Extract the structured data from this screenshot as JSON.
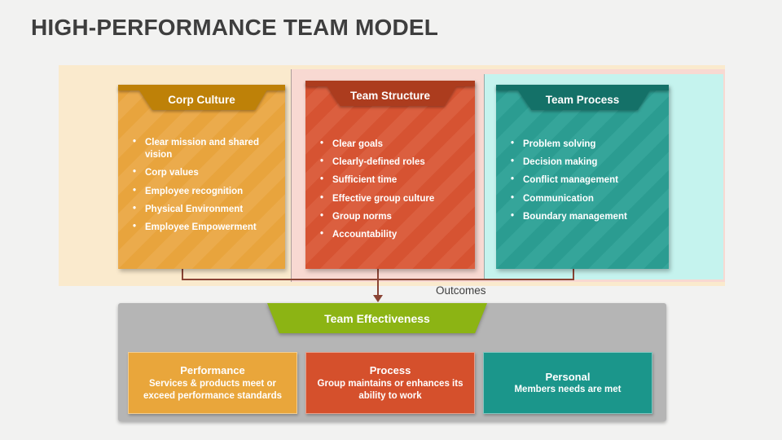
{
  "title": "HIGH-PERFORMANCE TEAM MODEL",
  "outcomes_label": "Outcomes",
  "cards": [
    {
      "title": "Corp Culture",
      "items": [
        "Clear mission and shared vision",
        "Corp values",
        "Employee recognition",
        "Physical Environment",
        "Employee Empowerment"
      ],
      "colors": {
        "body": "#E8A43D",
        "stripe": "#EBAB4C",
        "header": "#BE8108",
        "band": "#FAEACD"
      }
    },
    {
      "title": "Team Structure",
      "items": [
        "Clear goals",
        "Clearly-defined roles",
        "Sufficient time",
        "Effective group culture",
        "Group norms",
        "Accountability"
      ],
      "colors": {
        "body": "#D65332",
        "stripe": "#DB5F3F",
        "header": "#AC3C1E",
        "band": "#F8D9D2"
      }
    },
    {
      "title": "Team Process",
      "items": [
        "Problem solving",
        "Decision making",
        "Conflict management",
        "Communication",
        "Boundary management"
      ],
      "colors": {
        "body": "#2B9C91",
        "stripe": "#35A59A",
        "header": "#147168",
        "band": "#C5F3EE"
      }
    }
  ],
  "effectiveness": {
    "banner_label": "Team Effectiveness",
    "banner_color": "#8CB414",
    "panel_color": "#B5B5B5",
    "connector_color": "#8A4435",
    "boxes": [
      {
        "title": "Performance",
        "text": "Services & products meet or exceed performance standards",
        "color": "#E9A63B"
      },
      {
        "title": "Process",
        "text": "Group maintains or enhances its ability to work",
        "color": "#D5502C"
      },
      {
        "title": "Personal",
        "text": "Members needs are met",
        "color": "#1B968B"
      }
    ]
  }
}
